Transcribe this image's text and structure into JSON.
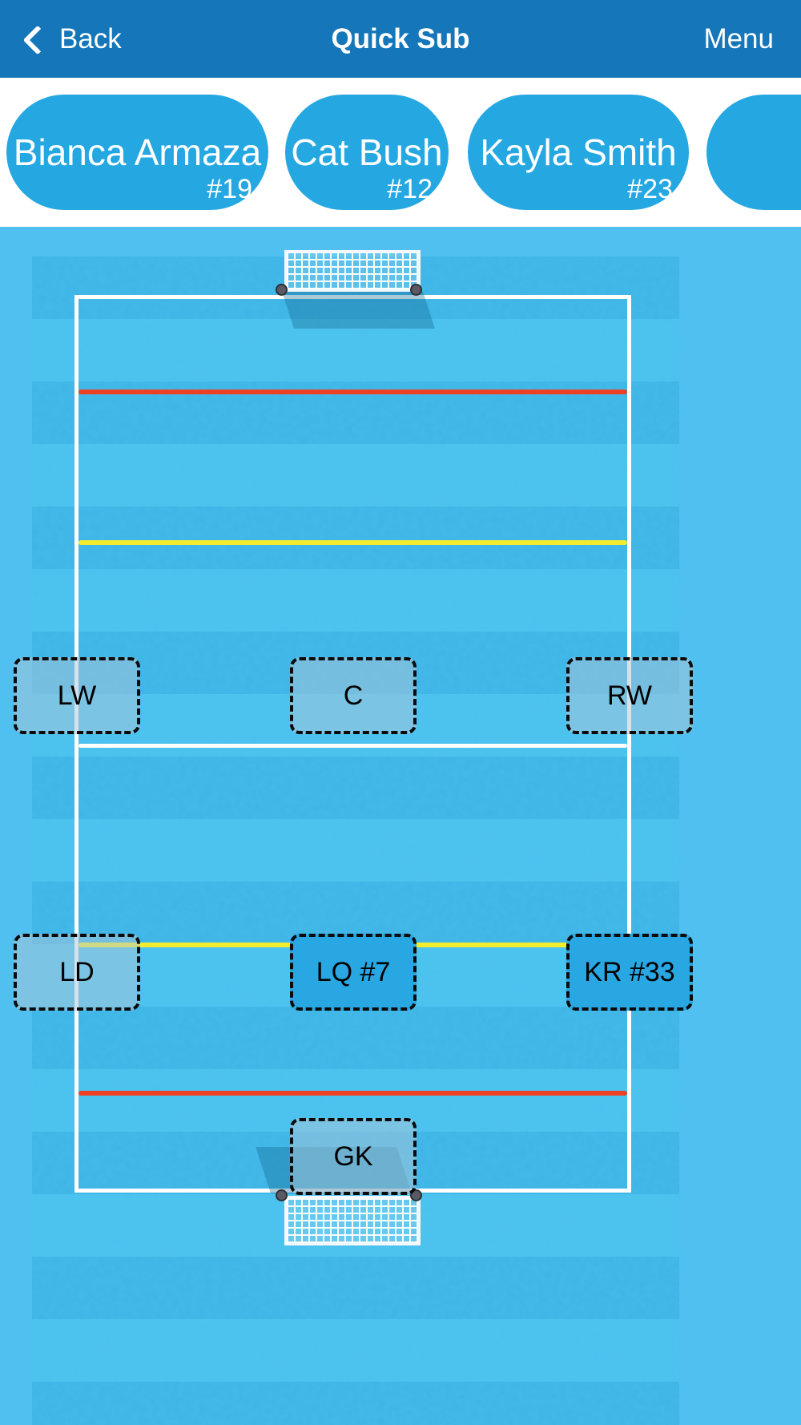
{
  "nav": {
    "back_label": "Back",
    "title": "Quick Sub",
    "menu_label": "Menu"
  },
  "bench": {
    "players": [
      {
        "name": "Bianca Armaza",
        "number": "#19"
      },
      {
        "name": "Cat Bush",
        "number": "#12"
      },
      {
        "name": "Kayla Smith",
        "number": "#23"
      },
      {
        "name": "",
        "number": ""
      }
    ]
  },
  "field": {
    "positions": [
      {
        "label": "LW",
        "occupied": false
      },
      {
        "label": "C",
        "occupied": false
      },
      {
        "label": "RW",
        "occupied": false
      },
      {
        "label": "LD",
        "occupied": false
      },
      {
        "label": "LQ #7",
        "occupied": true
      },
      {
        "label": "KR #33",
        "occupied": true
      },
      {
        "label": "GK",
        "occupied": false
      }
    ]
  },
  "colors": {
    "nav_bar": "#1577b9",
    "player_pill": "#25a8e2",
    "two_meter_line": "#ee4023",
    "five_meter_line": "#f2ec2f",
    "pool_water": "#3eb5e7"
  }
}
